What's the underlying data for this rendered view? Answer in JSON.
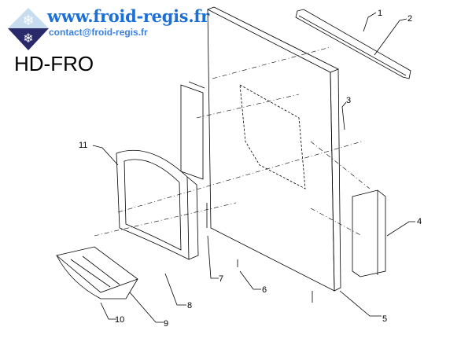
{
  "header": {
    "website": "www.froid-regis.fr",
    "email": "contact@froid-regis.fr",
    "model": "HD-FRO"
  },
  "part_labels": [
    "1",
    "2",
    "3",
    "4",
    "5",
    "6",
    "7",
    "8",
    "9",
    "10",
    "11"
  ],
  "colors": {
    "brand_blue": "#1a6fd8",
    "logo_dark": "#2a2a6a"
  }
}
